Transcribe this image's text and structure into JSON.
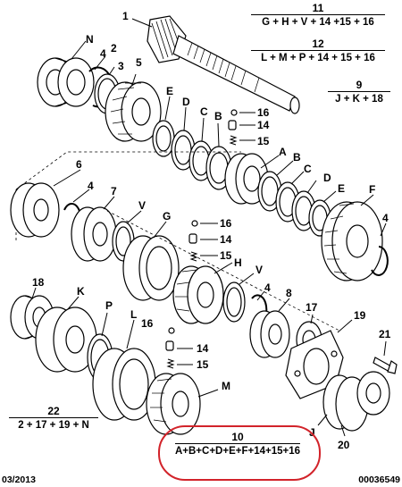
{
  "callouts": {
    "c1": "1",
    "c2": "2",
    "c3": "3",
    "c4": "4",
    "c5": "5",
    "c6": "6",
    "c7": "7",
    "c8": "8",
    "c9": "9",
    "c10": "10",
    "c11": "11",
    "c12": "12",
    "c14": "14",
    "c15": "15",
    "c16": "16",
    "c17": "17",
    "c18": "18",
    "c19": "19",
    "c20": "20",
    "c21": "21",
    "c22": "22",
    "cA": "A",
    "cB": "B",
    "cC": "C",
    "cD": "D",
    "cE": "E",
    "cF": "F",
    "cG": "G",
    "cH": "H",
    "cJ": "J",
    "cK": "K",
    "cL": "L",
    "cM": "M",
    "cN": "N",
    "cP": "P",
    "cV": "V"
  },
  "kits": {
    "k11": {
      "num": "11",
      "formula": "G + H + V + 14 +15 + 16"
    },
    "k12": {
      "num": "12",
      "formula": "L + M + P + 14 + 15 + 16"
    },
    "k9": {
      "num": "9",
      "formula": "J + K + 18"
    },
    "k22": {
      "num": "22",
      "formula": "2 + 17 + 19 + N"
    },
    "k10": {
      "num": "10",
      "formula": "A+B+C+D+E+F+14+15+16"
    }
  },
  "footer": {
    "date": "03/2013",
    "ref": "00036549"
  },
  "colors": {
    "line": "#000000",
    "highlight": "#d2232a",
    "background": "#ffffff"
  }
}
